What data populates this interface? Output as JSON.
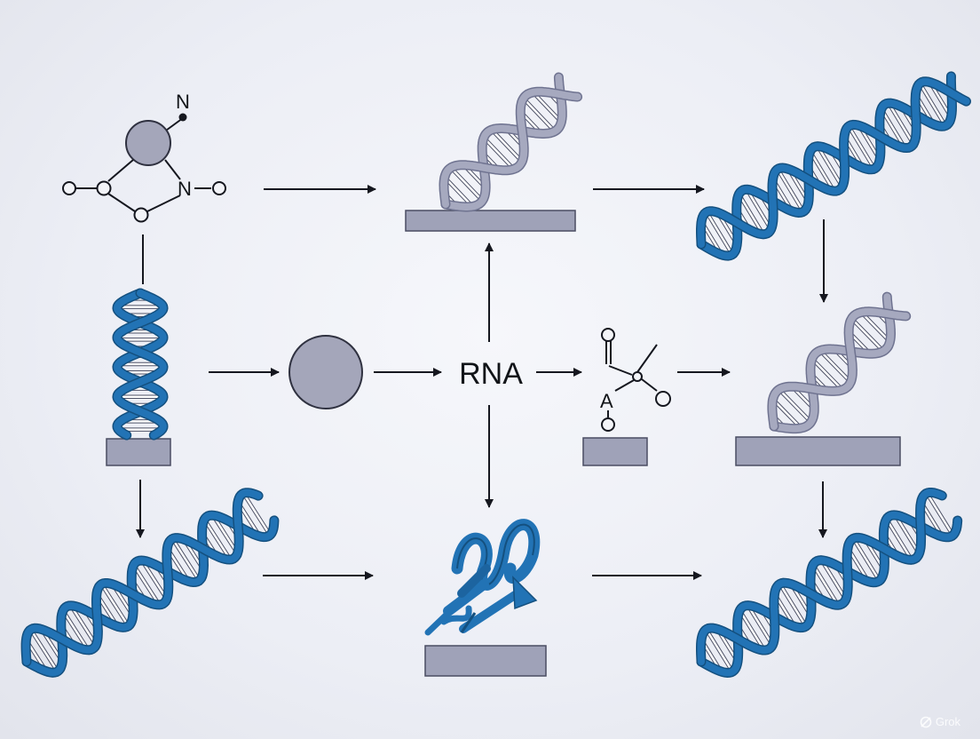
{
  "labels": {
    "rna": "RNA",
    "molecule_n_top": "N",
    "molecule_n_right": "N",
    "molecule_a": "A"
  },
  "watermark": {
    "text": "Grok"
  },
  "colors": {
    "blue_strand": "#2273b5",
    "blue_strand_dark": "#14507f",
    "grey_strand": "#a6a9bf",
    "grey_strand_dark": "#6f7390",
    "base_pair": "#ffffff",
    "base_pair_stroke": "#4d5166",
    "platform": "#9fa2b8",
    "platform_stroke": "#4a4d62",
    "arrow": "#15171f",
    "circle_fill": "#a4a6ba",
    "circle_stroke": "#2f3140"
  },
  "icons": [
    "dna-double-helix",
    "protein-alpha-helix",
    "molecule-structure",
    "circle-node",
    "base-platform"
  ]
}
